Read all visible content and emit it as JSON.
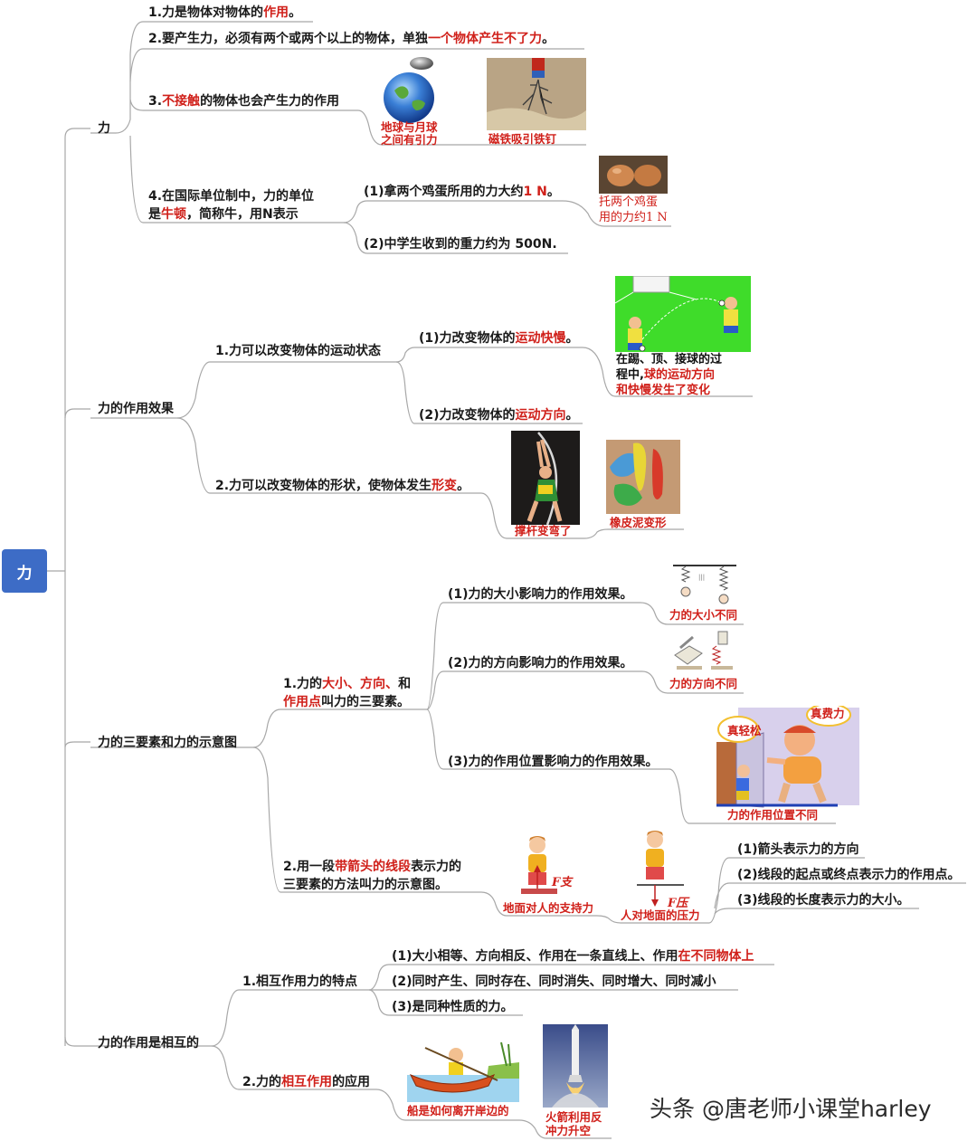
{
  "root": {
    "label": "力"
  },
  "branches": {
    "force": {
      "label": "力",
      "item1": {
        "a": "1.力是物体对物体的",
        "b": "作用",
        "c": "。"
      },
      "item2": {
        "a": "2.要产生力，必须有两个或两个以上的物体，单独",
        "b": "一个物体产生不了力",
        "c": "。"
      },
      "item3": {
        "a": "3.",
        "b": "不接触",
        "c": "的物体也会产生力的作用"
      },
      "item3_captions": {
        "earth_moon_1": "地球与月球",
        "earth_moon_2": "之间有引力",
        "magnet": "磁铁吸引铁钉"
      },
      "item4": {
        "l1": "4.在国际单位制中，力的单位",
        "l2a": "是",
        "l2b": "牛顿",
        "l2c": "，简称牛，用N表示"
      },
      "item4_sub1": {
        "a": "(1)拿两个鸡蛋所用的力大约",
        "b": "1 N",
        "c": "。"
      },
      "item4_sub2": "(2)中学生收到的重力约为 500N.",
      "eggs_caption": {
        "l1": "托两个鸡蛋",
        "l2": "用的力约1 N"
      }
    },
    "effects": {
      "label": "力的作用效果",
      "item1": "1.力可以改变物体的运动状态",
      "item1_sub1": {
        "a": "(1)力改变物体的",
        "b": "运动快慢",
        "c": "。"
      },
      "item1_sub2": {
        "a": "(2)力改变物体的",
        "b": "运动方向",
        "c": "。"
      },
      "soccer_caption": {
        "l1": "在踢、顶、接球的过",
        "l2a": "程中,",
        "l2b": "球的运动方向",
        "l3": "和快慢发生了变化"
      },
      "item2": {
        "a": "2.力可以改变物体的形状，使物体发生",
        "b": "形变",
        "c": "。"
      },
      "pole_caption": "撑杆变弯了",
      "clay_caption": "橡皮泥变形"
    },
    "elements": {
      "label": "力的三要素和力的示意图",
      "item1": {
        "a": "1.力的",
        "b": "大小、方向、",
        "c": "和",
        "d": "作用点",
        "e": "叫力的三要素。"
      },
      "item1_sub1": "(1)力的大小影响力的作用效果。",
      "item1_sub2": "(2)力的方向影响力的作用效果。",
      "item1_sub3": "(3)力的作用位置影响力的作用效果。",
      "cap_size": "力的大小不同",
      "cap_direction": "力的方向不同",
      "cap_position": "力的作用位置不同",
      "bubble_easy": "真轻松",
      "bubble_hard": "真费力",
      "item2": {
        "a": "2.用一段",
        "b": "带箭头的线段",
        "c": "表示力的",
        "l2": "三要素的方法叫力的示意图。"
      },
      "support_caption": "地面对人的支持力",
      "pressure_caption": "人对地面的压力",
      "f_support": "F支",
      "f_press": "F压",
      "item2_sub1": "(1)箭头表示力的方向",
      "item2_sub2": "(2)线段的起点或终点表示力的作用点。",
      "item2_sub3": "(3)线段的长度表示力的大小。"
    },
    "mutual": {
      "label": "力的作用是相互的",
      "item1": "1.相互作用力的特点",
      "item1_sub1": {
        "a": "(1)大小相等、方向相反、作用在一条直线上、作用",
        "b": "在不同物体上"
      },
      "item1_sub2": "(2)同时产生、同时存在、同时消失、同时增大、同时减小",
      "item1_sub3": "(3)是同种性质的力。",
      "item2": {
        "a": "2.力的",
        "b": "相互作用",
        "c": "的应用"
      },
      "boat_caption": "船是如何离开岸边的",
      "rocket_caption": {
        "l1": "火箭利用反",
        "l2": "冲力升空"
      }
    }
  },
  "watermark": "头条 @唐老师小课堂harley",
  "colors": {
    "accent_red": "#d0201a",
    "root_blue": "#3d6cc6",
    "line_gray": "#a8a8a8"
  }
}
